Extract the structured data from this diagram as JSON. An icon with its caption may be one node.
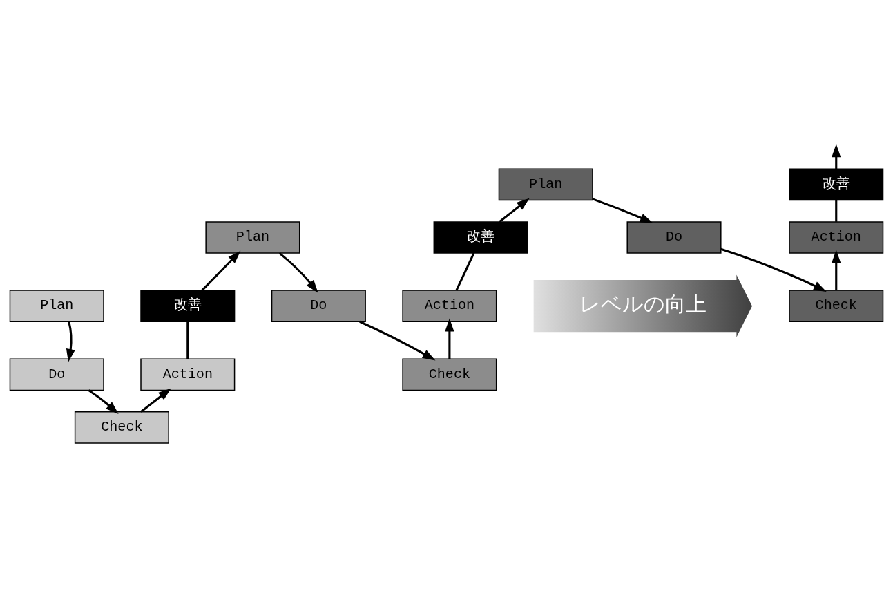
{
  "diagram": {
    "nodes": [
      {
        "text": [
          "Plan"
        ]
      },
      {
        "text": [
          "Do"
        ]
      },
      {
        "text": [
          "Check"
        ]
      },
      {
        "text": [
          "Action"
        ]
      },
      {
        "text": [
          "改善"
        ]
      },
      {
        "text": [
          "Plan"
        ]
      },
      {
        "text": [
          "Do"
        ]
      },
      {
        "text": [
          "Check"
        ]
      },
      {
        "text": [
          "Action"
        ]
      },
      {
        "text": [
          "改善"
        ]
      },
      {
        "text": [
          "Plan"
        ]
      },
      {
        "text": [
          "Do"
        ]
      },
      {
        "text": [
          "Check"
        ]
      },
      {
        "text": [
          "Action"
        ]
      },
      {
        "text": [
          "改善"
        ]
      },
      {
        "text": [
          "レベルの向上"
        ]
      }
    ],
    "edges": [
      {
        "from": 0,
        "to": 1,
        "arrow": "to"
      },
      {
        "from": 1,
        "to": 2,
        "arrow": "to"
      },
      {
        "from": 2,
        "to": 3,
        "arrow": "to"
      },
      {
        "from": 3,
        "to": 4,
        "arrow": "none"
      },
      {
        "from": 4,
        "to": 5,
        "arrow": "to"
      },
      {
        "from": 5,
        "to": 6,
        "arrow": "to"
      },
      {
        "from": 6,
        "to": 7,
        "arrow": "to"
      },
      {
        "from": 7,
        "to": 8,
        "arrow": "to"
      },
      {
        "from": 8,
        "to": 9,
        "arrow": "none"
      },
      {
        "from": 9,
        "to": 10,
        "arrow": "to"
      },
      {
        "from": 10,
        "to": 11,
        "arrow": "to"
      },
      {
        "from": 11,
        "to": 12,
        "arrow": "to"
      },
      {
        "from": 12,
        "to": 13,
        "arrow": "to"
      },
      {
        "from": 13,
        "to": 14,
        "arrow": "none"
      },
      {
        "from": 14,
        "to": null,
        "arrow": "to"
      }
    ]
  }
}
